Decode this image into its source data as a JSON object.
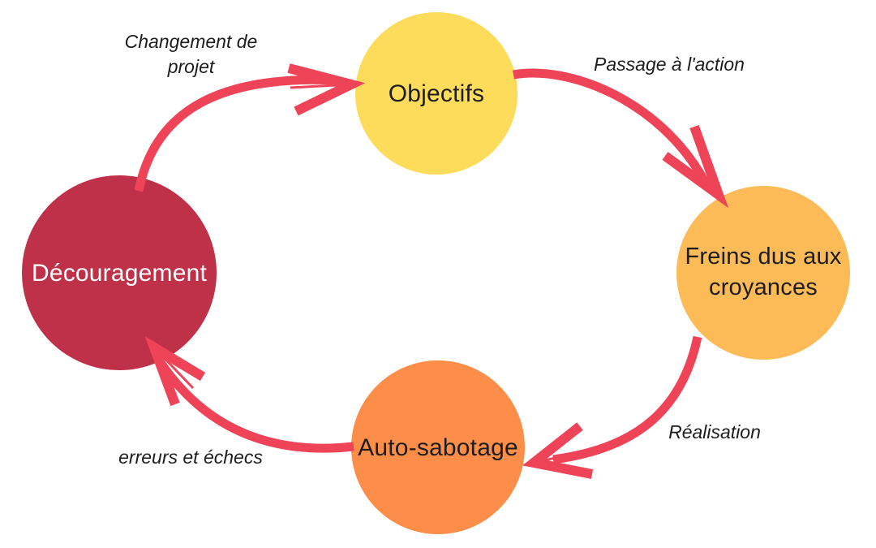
{
  "diagram": {
    "background": "#ffffff",
    "arrow_color": "#EF4458",
    "label_text_color": "#1d1d1d",
    "nodes": {
      "objectifs": {
        "label": "Objectifs",
        "color": "#FDDC5C",
        "text_color": "#1d1d1d"
      },
      "freins": {
        "label": "Freins dus aux croyances",
        "color": "#FCBB57",
        "text_color": "#1d1d1d"
      },
      "auto_sabotage": {
        "label": "Auto-sabotage",
        "color": "#FC8E4A",
        "text_color": "#1d1d1d"
      },
      "decouragement": {
        "label": "Découragement",
        "color": "#BE3149",
        "text_color": "#ffffff"
      }
    },
    "edges": {
      "decouragement_to_objectifs": {
        "label": "Changement de projet",
        "from": "Découragement",
        "to": "Objectifs"
      },
      "objectifs_to_freins": {
        "label": "Passage à l'action",
        "from": "Objectifs",
        "to": "Freins dus aux croyances"
      },
      "freins_to_auto_sabotage": {
        "label": "Réalisation",
        "from": "Freins dus aux croyances",
        "to": "Auto-sabotage"
      },
      "auto_sabotage_to_decouragement": {
        "label": "erreurs et échecs",
        "from": "Auto-sabotage",
        "to": "Découragement"
      }
    }
  }
}
